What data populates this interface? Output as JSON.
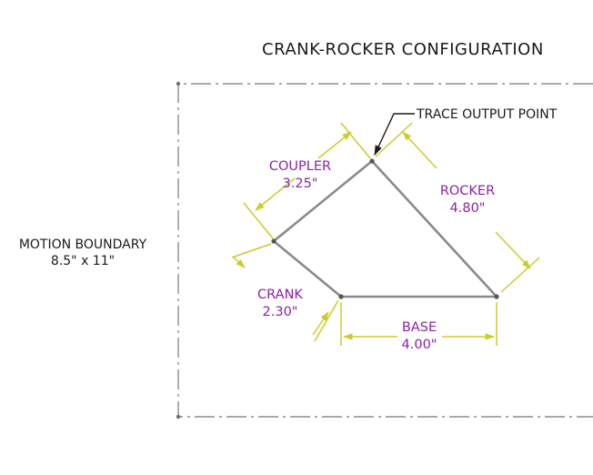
{
  "title": "CRANK-ROCKER CONFIGURATION",
  "trace_note": "TRACE OUTPUT POINT",
  "boundary": {
    "label": "MOTION BOUNDARY",
    "size": "8.5\" x 11\""
  },
  "dimensions": {
    "coupler": {
      "name": "COUPLER",
      "value": "3.25\""
    },
    "rocker": {
      "name": "ROCKER",
      "value": "4.80\""
    },
    "crank": {
      "name": "CRANK",
      "value": "2.30\""
    },
    "base": {
      "name": "BASE",
      "value": "4.00\""
    }
  },
  "colors": {
    "link": "#8a8a8a",
    "dimension": "#c9cd2a",
    "dimension_text": "#8b23a6",
    "boundary": "#8c8c8c",
    "text": "#1a1a1a"
  }
}
